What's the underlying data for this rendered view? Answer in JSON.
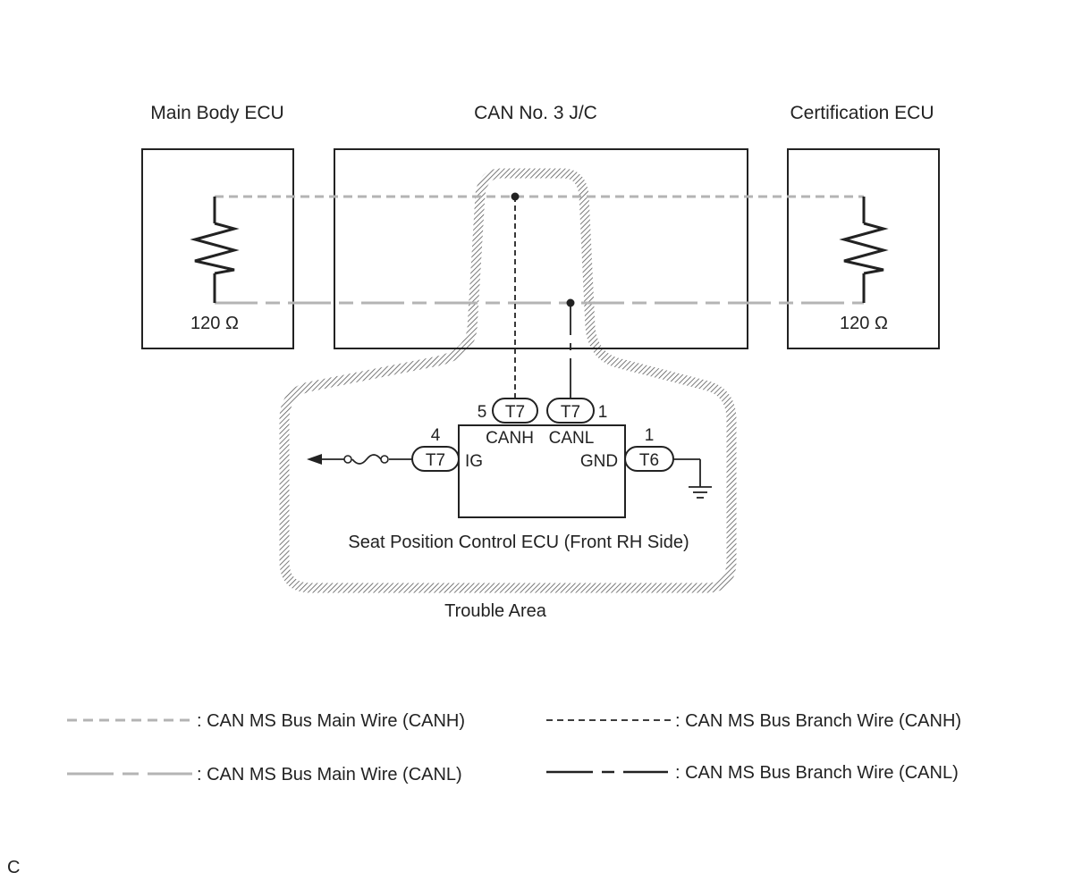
{
  "components": {
    "main_body_ecu": "Main Body ECU",
    "junction_connector": "CAN No. 3 J/C",
    "certification_ecu": "Certification ECU",
    "seat_ecu": "Seat Position Control ECU (Front RH Side)"
  },
  "resistors": {
    "left_value": "120 Ω",
    "right_value": "120 Ω"
  },
  "connectors": {
    "canh_pin": "5",
    "canh_connector": "T7",
    "canl_connector": "T7",
    "canl_pin": "1",
    "ig_pin": "4",
    "ig_connector": "T7",
    "gnd_pin": "1",
    "gnd_connector": "T6"
  },
  "terminals": {
    "canh": "CANH",
    "canl": "CANL",
    "ig": "IG",
    "gnd": "GND"
  },
  "trouble_area": "Trouble Area",
  "legend": {
    "main_canh": ": CAN MS Bus Main Wire (CANH)",
    "branch_canh": ": CAN MS Bus Branch Wire (CANH)",
    "main_canl": ": CAN MS Bus Main Wire (CANL)",
    "branch_canl": ": CAN MS Bus Branch Wire (CANL)"
  },
  "corner_mark": "C",
  "colors": {
    "main_wire": "#b4b4b4",
    "line": "#222222",
    "hatch": "#5a5a5a"
  }
}
